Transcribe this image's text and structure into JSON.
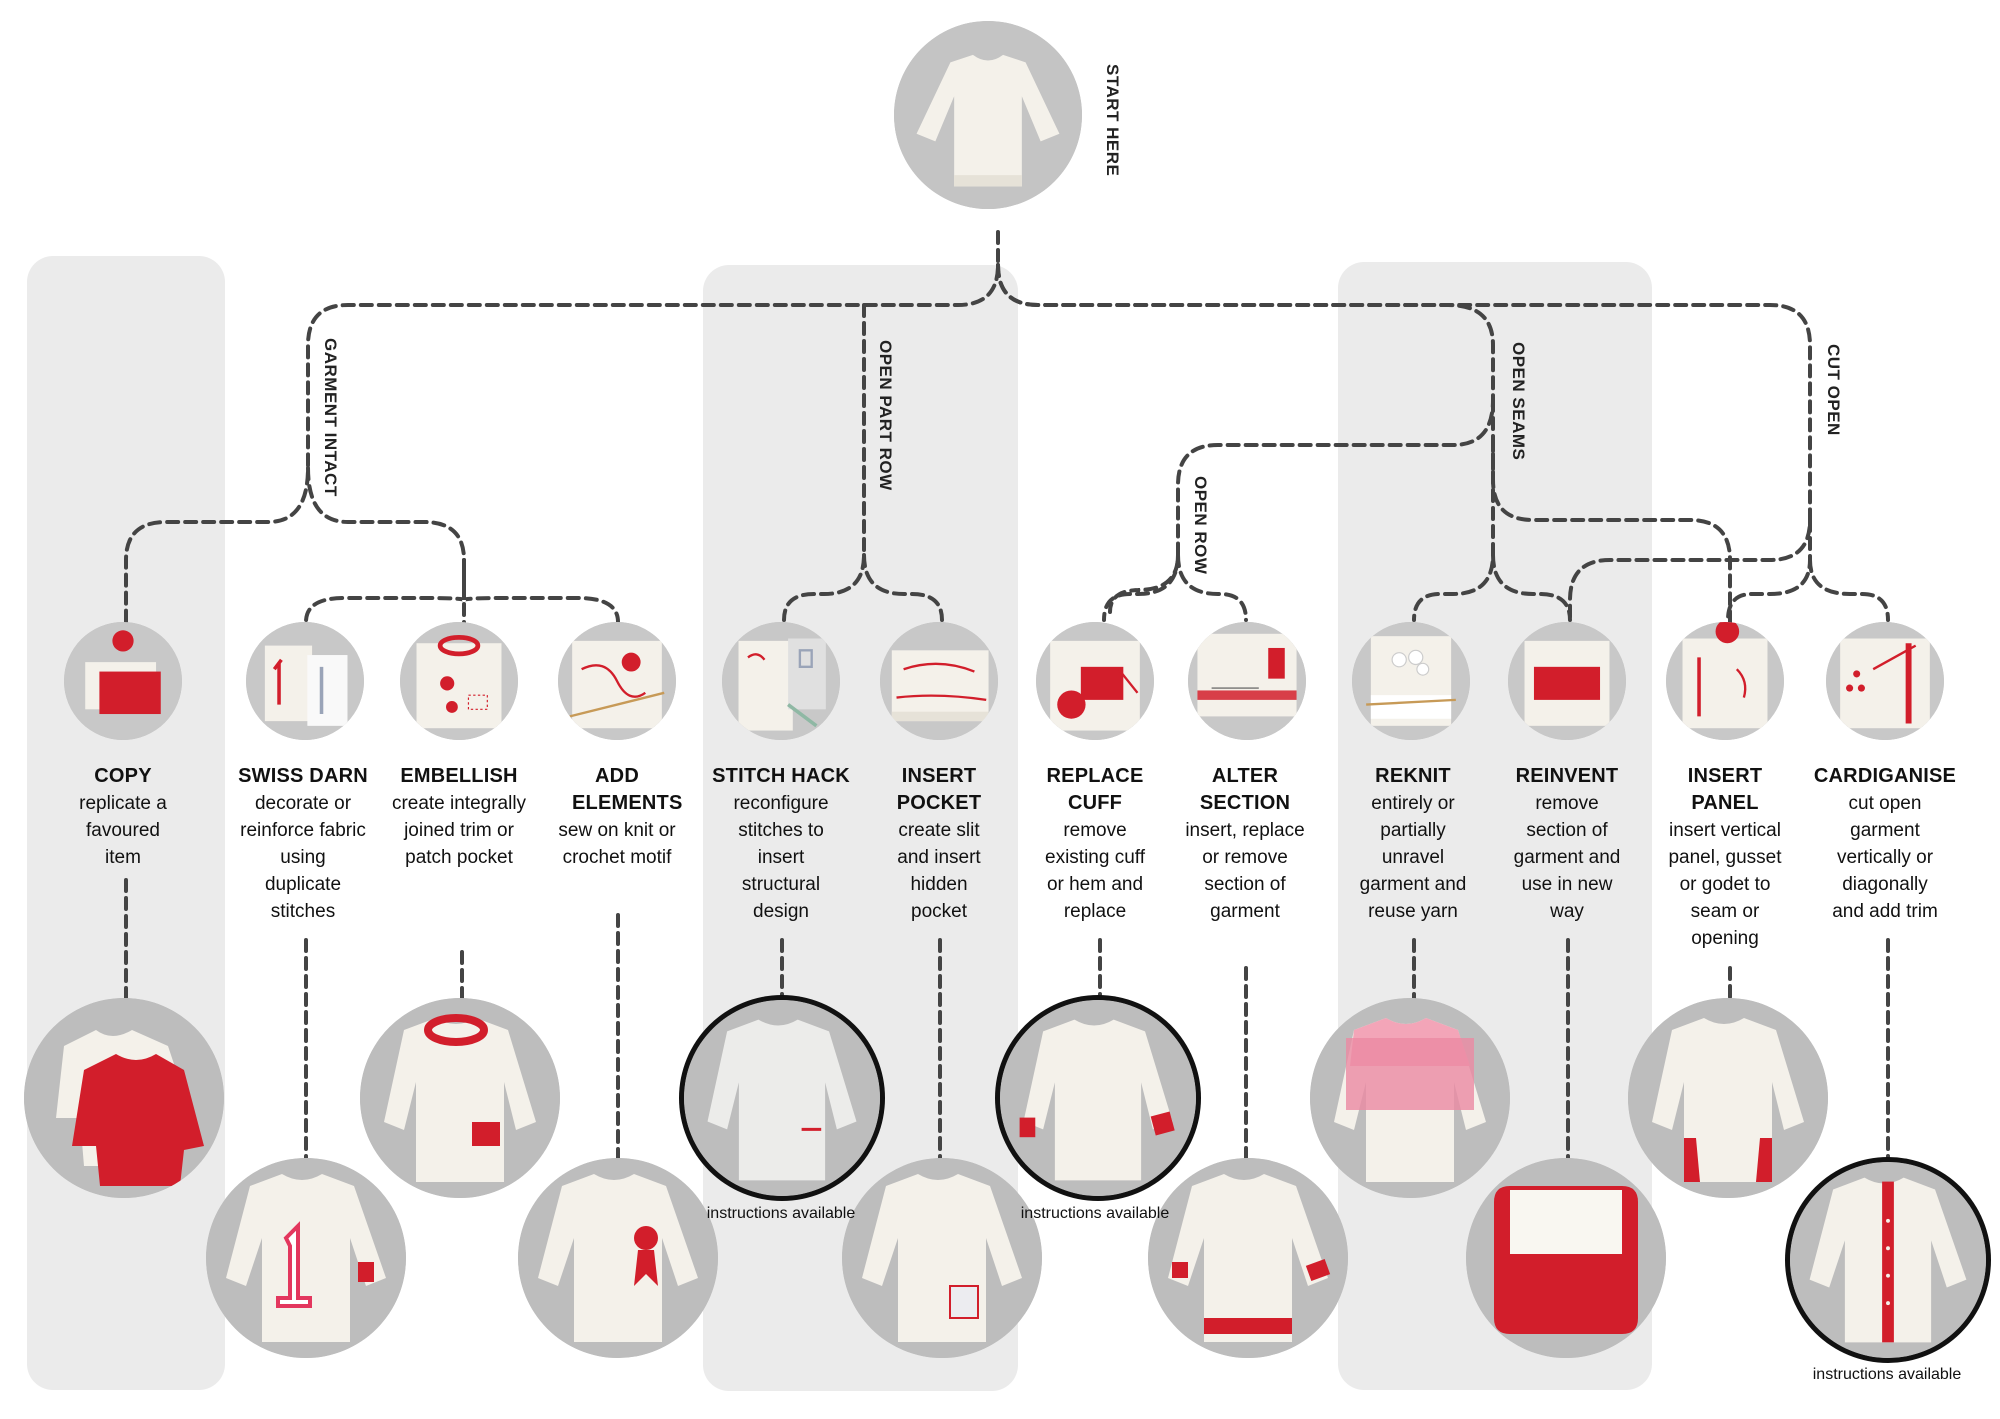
{
  "start_label": "START HERE",
  "branches": {
    "garment_intact": "GARMENT INTACT",
    "open_part_row": "OPEN PART ROW",
    "open_row": "OPEN ROW",
    "open_seams": "OPEN SEAMS",
    "cut_open": "CUT OPEN"
  },
  "nodes": [
    {
      "id": "copy",
      "title": "COPY",
      "desc": "replicate a favoured item"
    },
    {
      "id": "swiss-darn",
      "title": "SWISS DARN",
      "desc": "decorate or reinforce fabric using duplicate stitches"
    },
    {
      "id": "embellish",
      "title": "EMBELLISH",
      "desc": "create integrally joined trim or patch pocket"
    },
    {
      "id": "add-elements",
      "title": "ADD ELEMENTS",
      "desc": "sew on knit or crochet motif"
    },
    {
      "id": "stitch-hack",
      "title": "STITCH HACK",
      "desc": "reconfigure stitches to insert structural design"
    },
    {
      "id": "insert-pocket",
      "title": "INSERT POCKET",
      "desc": "create slit and insert hidden pocket"
    },
    {
      "id": "replace-cuff",
      "title": "REPLACE CUFF",
      "desc": "remove existing cuff or hem and replace"
    },
    {
      "id": "alter-section",
      "title": "ALTER SECTION",
      "desc": "insert, replace or remove section of garment"
    },
    {
      "id": "reknit",
      "title": "REKNIT",
      "desc": "entirely or partially unravel garment and reuse yarn"
    },
    {
      "id": "reinvent",
      "title": "REINVENT",
      "desc": "remove section of garment and use in new way"
    },
    {
      "id": "insert-panel",
      "title": "INSERT PANEL",
      "desc": "insert vertical panel, gusset or godet to seam or opening"
    },
    {
      "id": "cardiganise",
      "title": "CARDIGANISE",
      "desc": "cut open garment vertically or diagonally and add trim"
    }
  ],
  "instructions_label": "instructions available",
  "colors": {
    "panel": "#ebebeb",
    "line": "#444444",
    "photo_bg": "#bdbdbd",
    "knit_white": "#f4f1ea",
    "knit_red": "#d21e2b"
  }
}
